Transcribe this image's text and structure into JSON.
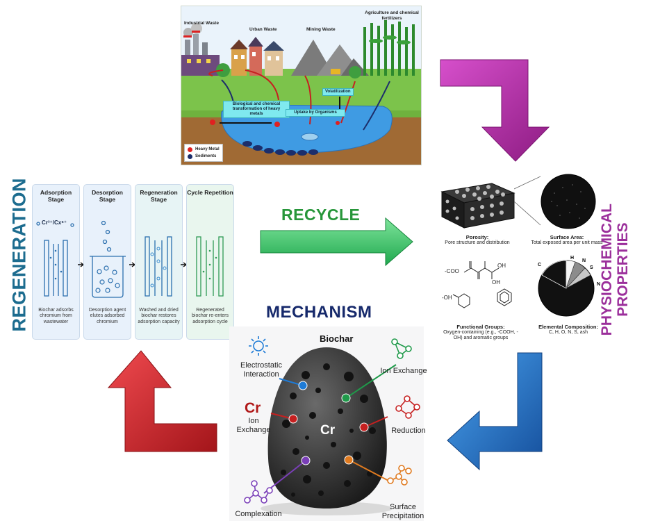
{
  "pollution": {
    "sources": [
      "Industrial Waste",
      "Urban Waste",
      "Mining Waste",
      "Agriculture and chemical fertilizers"
    ],
    "processes": [
      "Biological and chemical transformation of heavy metals",
      "Uptake by Organisms",
      "Volatilization"
    ],
    "legend": [
      {
        "label": "Heavy Metal",
        "color": "#e02020"
      },
      {
        "label": "Sediments",
        "color": "#1c2e6b"
      }
    ]
  },
  "regeneration": {
    "title": "REGENERATION",
    "stages": [
      {
        "title": "Adsorption Stage",
        "ion": "Cr³⁺/Cx⁶⁺",
        "desc": "Biochar adsorbs chromium from wastewater"
      },
      {
        "title": "Desorption Stage",
        "desc": "Desorption agent elutes adsorbed chromium"
      },
      {
        "title": "Regeneration Stage",
        "desc": "Washed and dried biochar restores adsorption capacity"
      },
      {
        "title": "Cycle Repetition",
        "desc": "Regenerated biochar re-enters adsorption cycle"
      }
    ]
  },
  "recycle": {
    "label": "RECYCLE"
  },
  "properties": {
    "title": "PHYSIOCHEMICAL PROPERTIES",
    "porosity": {
      "title": "Porosity:",
      "desc": "Pore structure and distribution"
    },
    "surface_area": {
      "title": "Surface Area:",
      "desc": "Total exposed area per unit mass"
    },
    "functional_groups": {
      "title": "Functional Groups:",
      "desc": "Oxygen-containing (e.g., -COOH, -OH) and aromatic groups"
    },
    "elemental": {
      "title": "Elemental Composition:",
      "desc": "C, H, O, N, S, ash"
    },
    "pie_labels": [
      "C",
      "H",
      "N",
      "S",
      "N"
    ],
    "chem_labels": {
      "coo": "-COO",
      "oh1": "OH",
      "oh2": "OH",
      "oh3": "-OH"
    }
  },
  "mechanism": {
    "title": "MECHANISM",
    "subtitle": "Biochar",
    "cr_label": "Cr",
    "center_label": "Cr",
    "items": {
      "electrostatic": "Electrostatic Interaction",
      "ion_exchange_right": "Ion Exchange",
      "ion_exchange_left": "Ion Exchange",
      "reduction": "Reduction",
      "complexation": "Complexation",
      "surface_precipitation": "Surface Precipitation"
    },
    "colors": {
      "electrostatic": "#1e7bd6",
      "ion_exchange_right": "#1f9a4a",
      "ion_exchange_left": "#c62020",
      "reduction": "#c62020",
      "complexation": "#7a3fb8",
      "surface_precipitation": "#e07a1f"
    }
  },
  "arrows": {
    "magenta": "#b0279f",
    "blue": "#1f6fc9",
    "red": "#d11f25",
    "green": "#3cc26a"
  }
}
